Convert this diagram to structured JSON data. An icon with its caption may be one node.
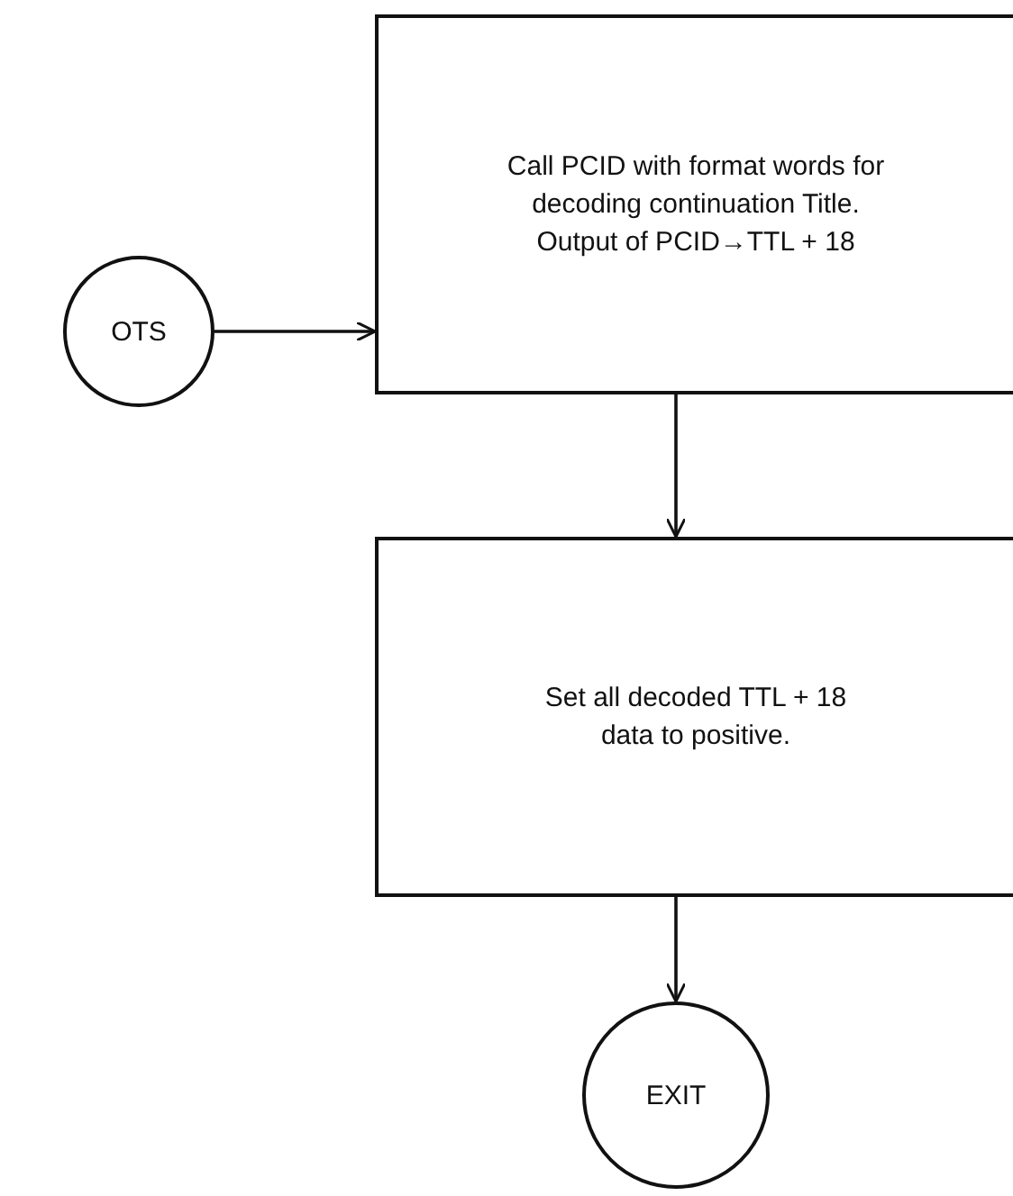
{
  "diagram": {
    "nodes": [
      {
        "text": [
          "OTS"
        ]
      },
      {
        "text": [
          "Call PCID with format words for decoding continuation Title.  Output of PCID→TTL + 18"
        ]
      },
      {
        "text": [
          "Set all decoded TTL + 18 data to positive."
        ]
      },
      {
        "text": [
          "EXIT"
        ]
      }
    ],
    "edges": [
      {
        "from": 0,
        "to": 1,
        "arrow": "to"
      },
      {
        "from": 1,
        "to": 2,
        "arrow": "to"
      },
      {
        "from": 2,
        "to": 3,
        "arrow": "to"
      }
    ]
  }
}
